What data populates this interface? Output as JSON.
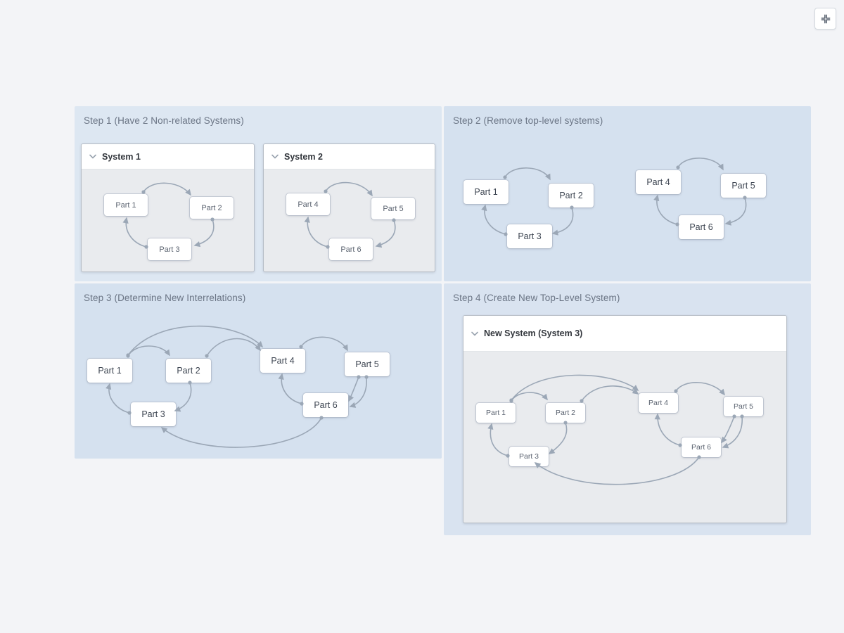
{
  "toolbar": {
    "fit_button": "fit-to-screen"
  },
  "parts": {
    "p1": "Part 1",
    "p2": "Part 2",
    "p3": "Part 3",
    "p4": "Part 4",
    "p5": "Part 5",
    "p6": "Part 6"
  },
  "panels": {
    "step1": {
      "title": "Step 1 (Have 2 Non-related Systems)",
      "systems": [
        {
          "title": "System 1"
        },
        {
          "title": "System 2"
        }
      ],
      "edges": [
        "Part 1 -> Part 2",
        "Part 2 -> Part 3",
        "Part 3 -> Part 1",
        "Part 4 -> Part 5",
        "Part 5 -> Part 6",
        "Part 6 -> Part 4"
      ]
    },
    "step2": {
      "title": "Step 2 (Remove top-level systems)",
      "edges": [
        "Part 1 -> Part 2",
        "Part 2 -> Part 3",
        "Part 3 -> Part 1",
        "Part 4 -> Part 5",
        "Part 5 -> Part 6",
        "Part 6 -> Part 4"
      ]
    },
    "step3": {
      "title": "Step 3 (Determine New Interrelations)",
      "edges": [
        "Part 1 -> Part 2",
        "Part 2 -> Part 3",
        "Part 3 -> Part 1",
        "Part 4 -> Part 5",
        "Part 5 -> Part 6",
        "Part 5 -> Part 6",
        "Part 6 -> Part 4",
        "Part 1 -> Part 4",
        "Part 2 -> Part 4",
        "Part 6 -> Part 3"
      ]
    },
    "step4": {
      "title": "Step 4 (Create New Top-Level System)",
      "system_title": "New System (System 3)",
      "edges": [
        "Part 1 -> Part 2",
        "Part 2 -> Part 3",
        "Part 3 -> Part 1",
        "Part 4 -> Part 5",
        "Part 5 -> Part 6",
        "Part 5 -> Part 6",
        "Part 6 -> Part 4",
        "Part 1 -> Part 4",
        "Part 2 -> Part 4",
        "Part 6 -> Part 3"
      ]
    }
  },
  "colors": {
    "page_background": "#f3f4f7",
    "panel_light_blue": "#dde7f2",
    "panel_blue": "#d5e1ef",
    "container_body_gray": "#e9ebee",
    "container_header_white": "#ffffff",
    "edge_gray": "#9ba7b6",
    "title_gray": "#6b7585"
  }
}
